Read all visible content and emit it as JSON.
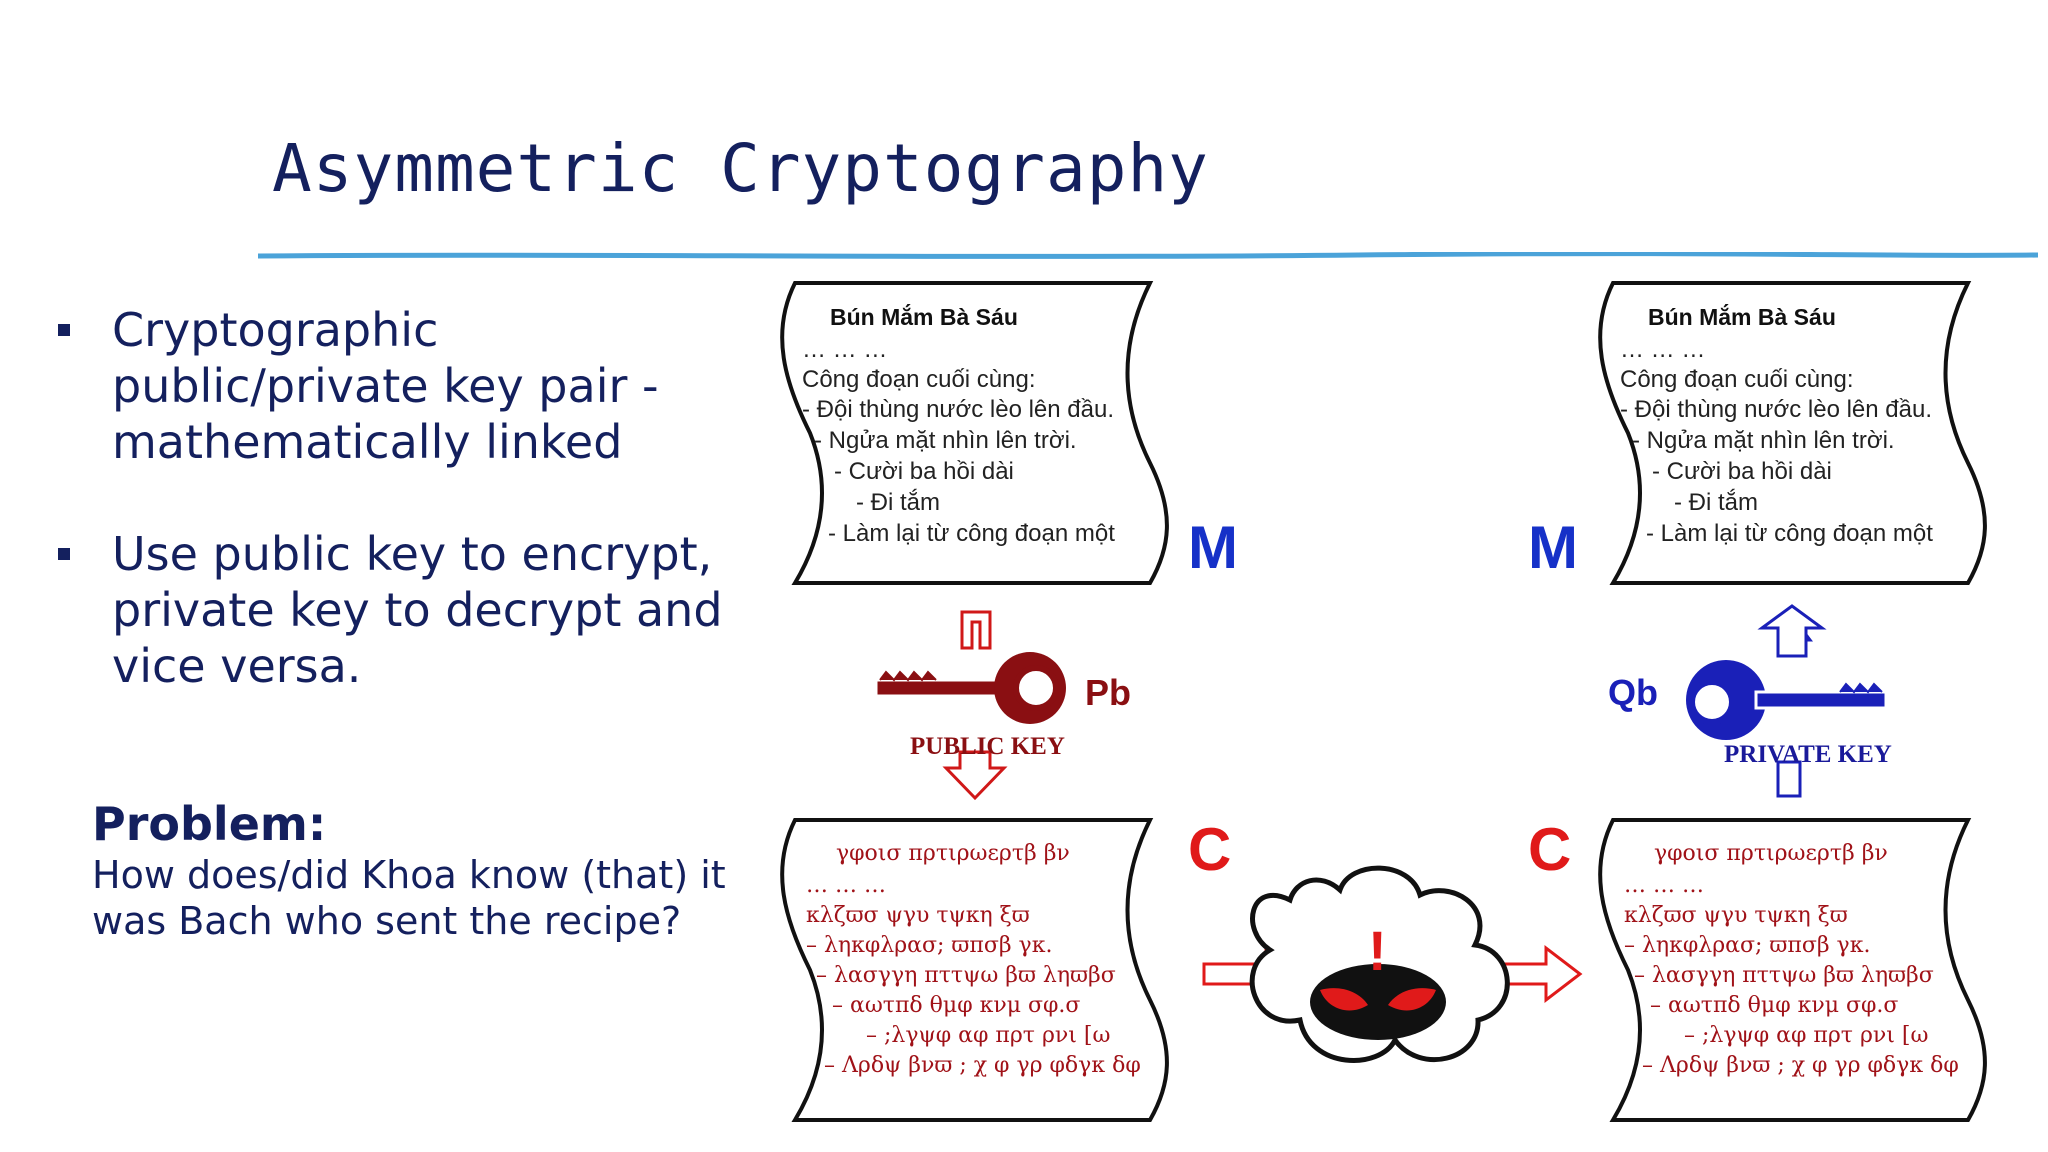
{
  "slide": {
    "title": "Asymmetric Cryptography",
    "bullets": [
      {
        "text": "Cryptographic public/private key pair - mathematically linked"
      },
      {
        "text": "Use public key to encrypt, private key to decrypt and vice versa."
      }
    ],
    "problem": {
      "heading": "Problem:",
      "text": "How does/did Khoa know (that) it was Bach who sent the recipe?"
    }
  },
  "diagram": {
    "plain_doc": {
      "title": "Bún Mắm Bà Sáu",
      "lines": [
        "… … …",
        "Công đoạn cuối cùng:",
        "- Đội thùng nước lèo lên đầu.",
        "- Ngửa mặt nhìn lên trời.",
        "- Cười ba hồi dài",
        "- Đi tắm",
        "- Làm lại từ công đoạn một"
      ]
    },
    "cipher_doc": {
      "title": "γφοισ πρτιρωερτβ βν",
      "lines": [
        "… … …",
        "κλζϖσ ψγυ τψκη ξϖ",
        "– ληκφλρασ; ϖπσβ γκ.",
        "– λασγγη πττψω βϖ ληϖβσ",
        "– αωτπδ θμφ κνμ σφ.σ",
        "– ;λγψφ αφ πρτ ρνι [ω",
        "– Λρδψ βνϖ ; χ φ γρ φδγκ δφ"
      ]
    },
    "labels": {
      "m_left": "M",
      "m_right": "M",
      "c_left": "C",
      "c_right": "C",
      "public_key": "PUBLIC KEY",
      "private_key": "PRIVATE KEY",
      "pb": "Pb",
      "qb": "Qb",
      "alert": "!"
    },
    "colors": {
      "title_navy": "#14205e",
      "public_key_red": "#8a0f12",
      "private_key_blue": "#1a20b8",
      "letter_blue": "#1631c8",
      "letter_red": "#e01a1a",
      "cipher_red": "#a01218",
      "rule_blue": "#4ba3d9"
    }
  }
}
